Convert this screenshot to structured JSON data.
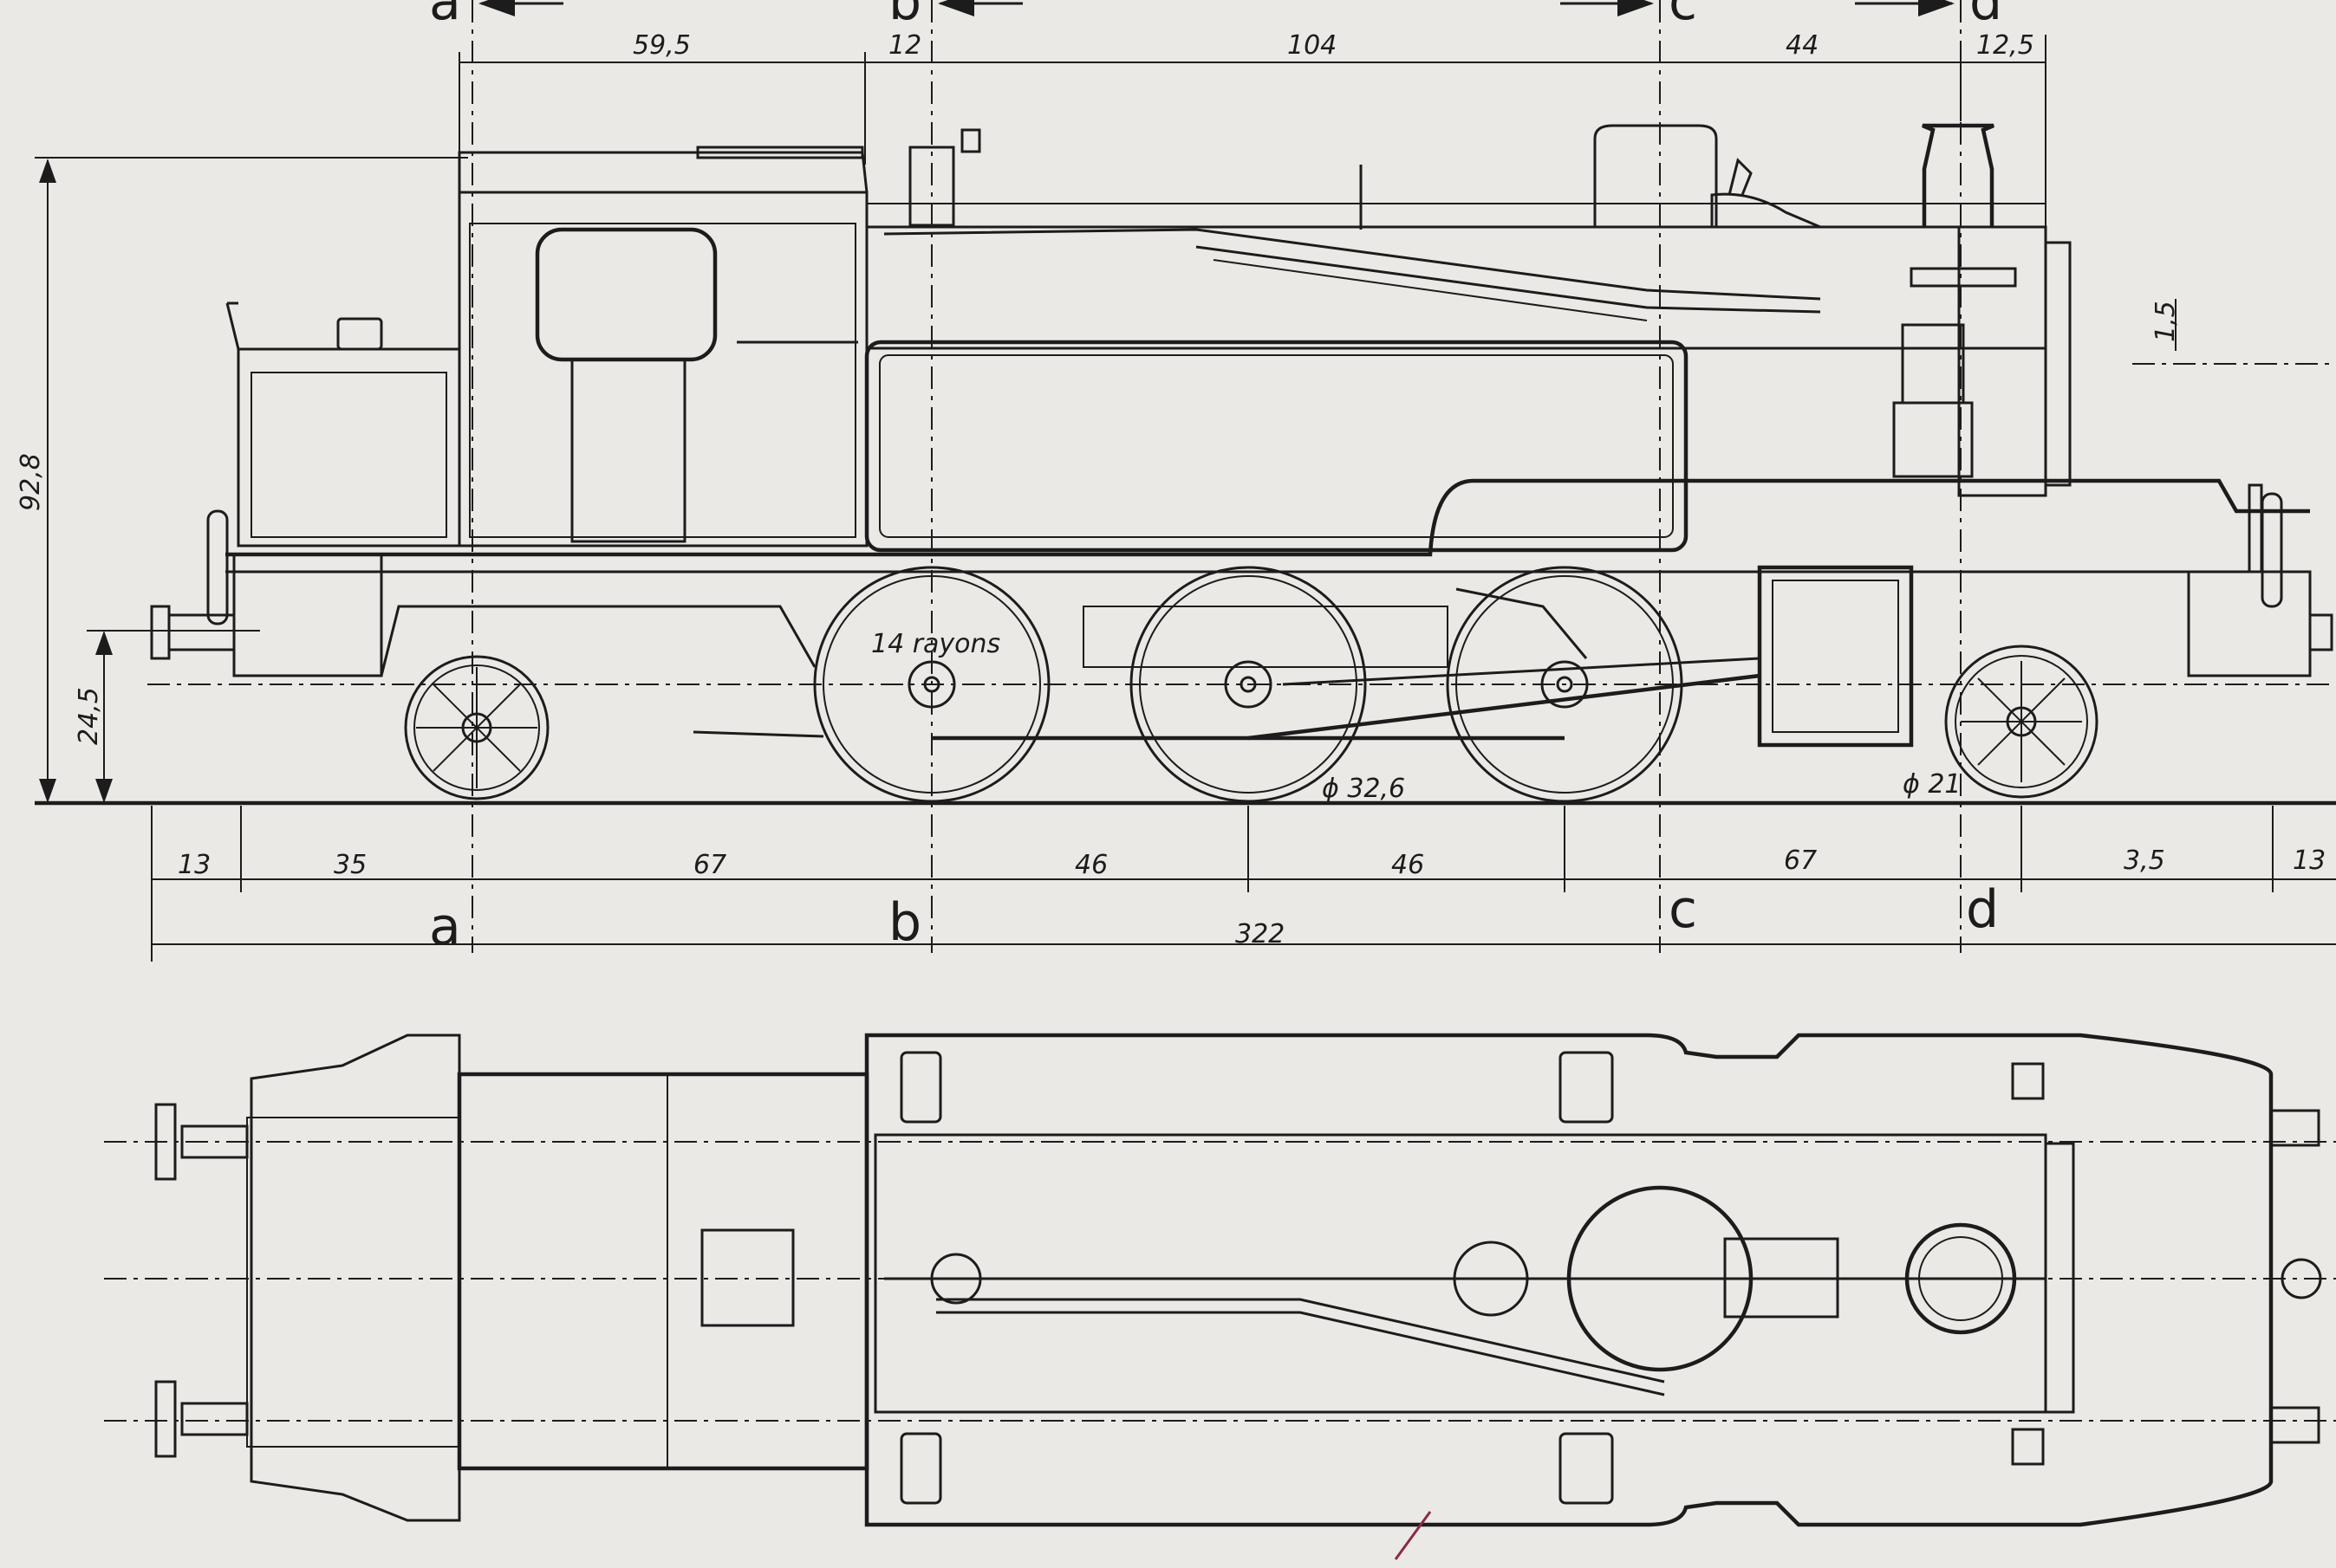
{
  "drawing": {
    "side_view": {
      "section_markers": [
        "a",
        "b",
        "c",
        "d"
      ],
      "top_dims": [
        "59,5",
        "12",
        "104",
        "44",
        "12,5"
      ],
      "right_dim": "1,5",
      "height_total": "92,8",
      "height_buffer": "24,5",
      "wheel_note": "14 rayons",
      "driving_wheel_dia": "ϕ 32,6",
      "carrying_wheel_dia": "ϕ 21",
      "bottom_dims": [
        "13",
        "35",
        "67",
        "46",
        "46",
        "67",
        "3,5",
        "13"
      ],
      "overall_length": "322"
    },
    "plan_view": {
      "title": ""
    }
  }
}
